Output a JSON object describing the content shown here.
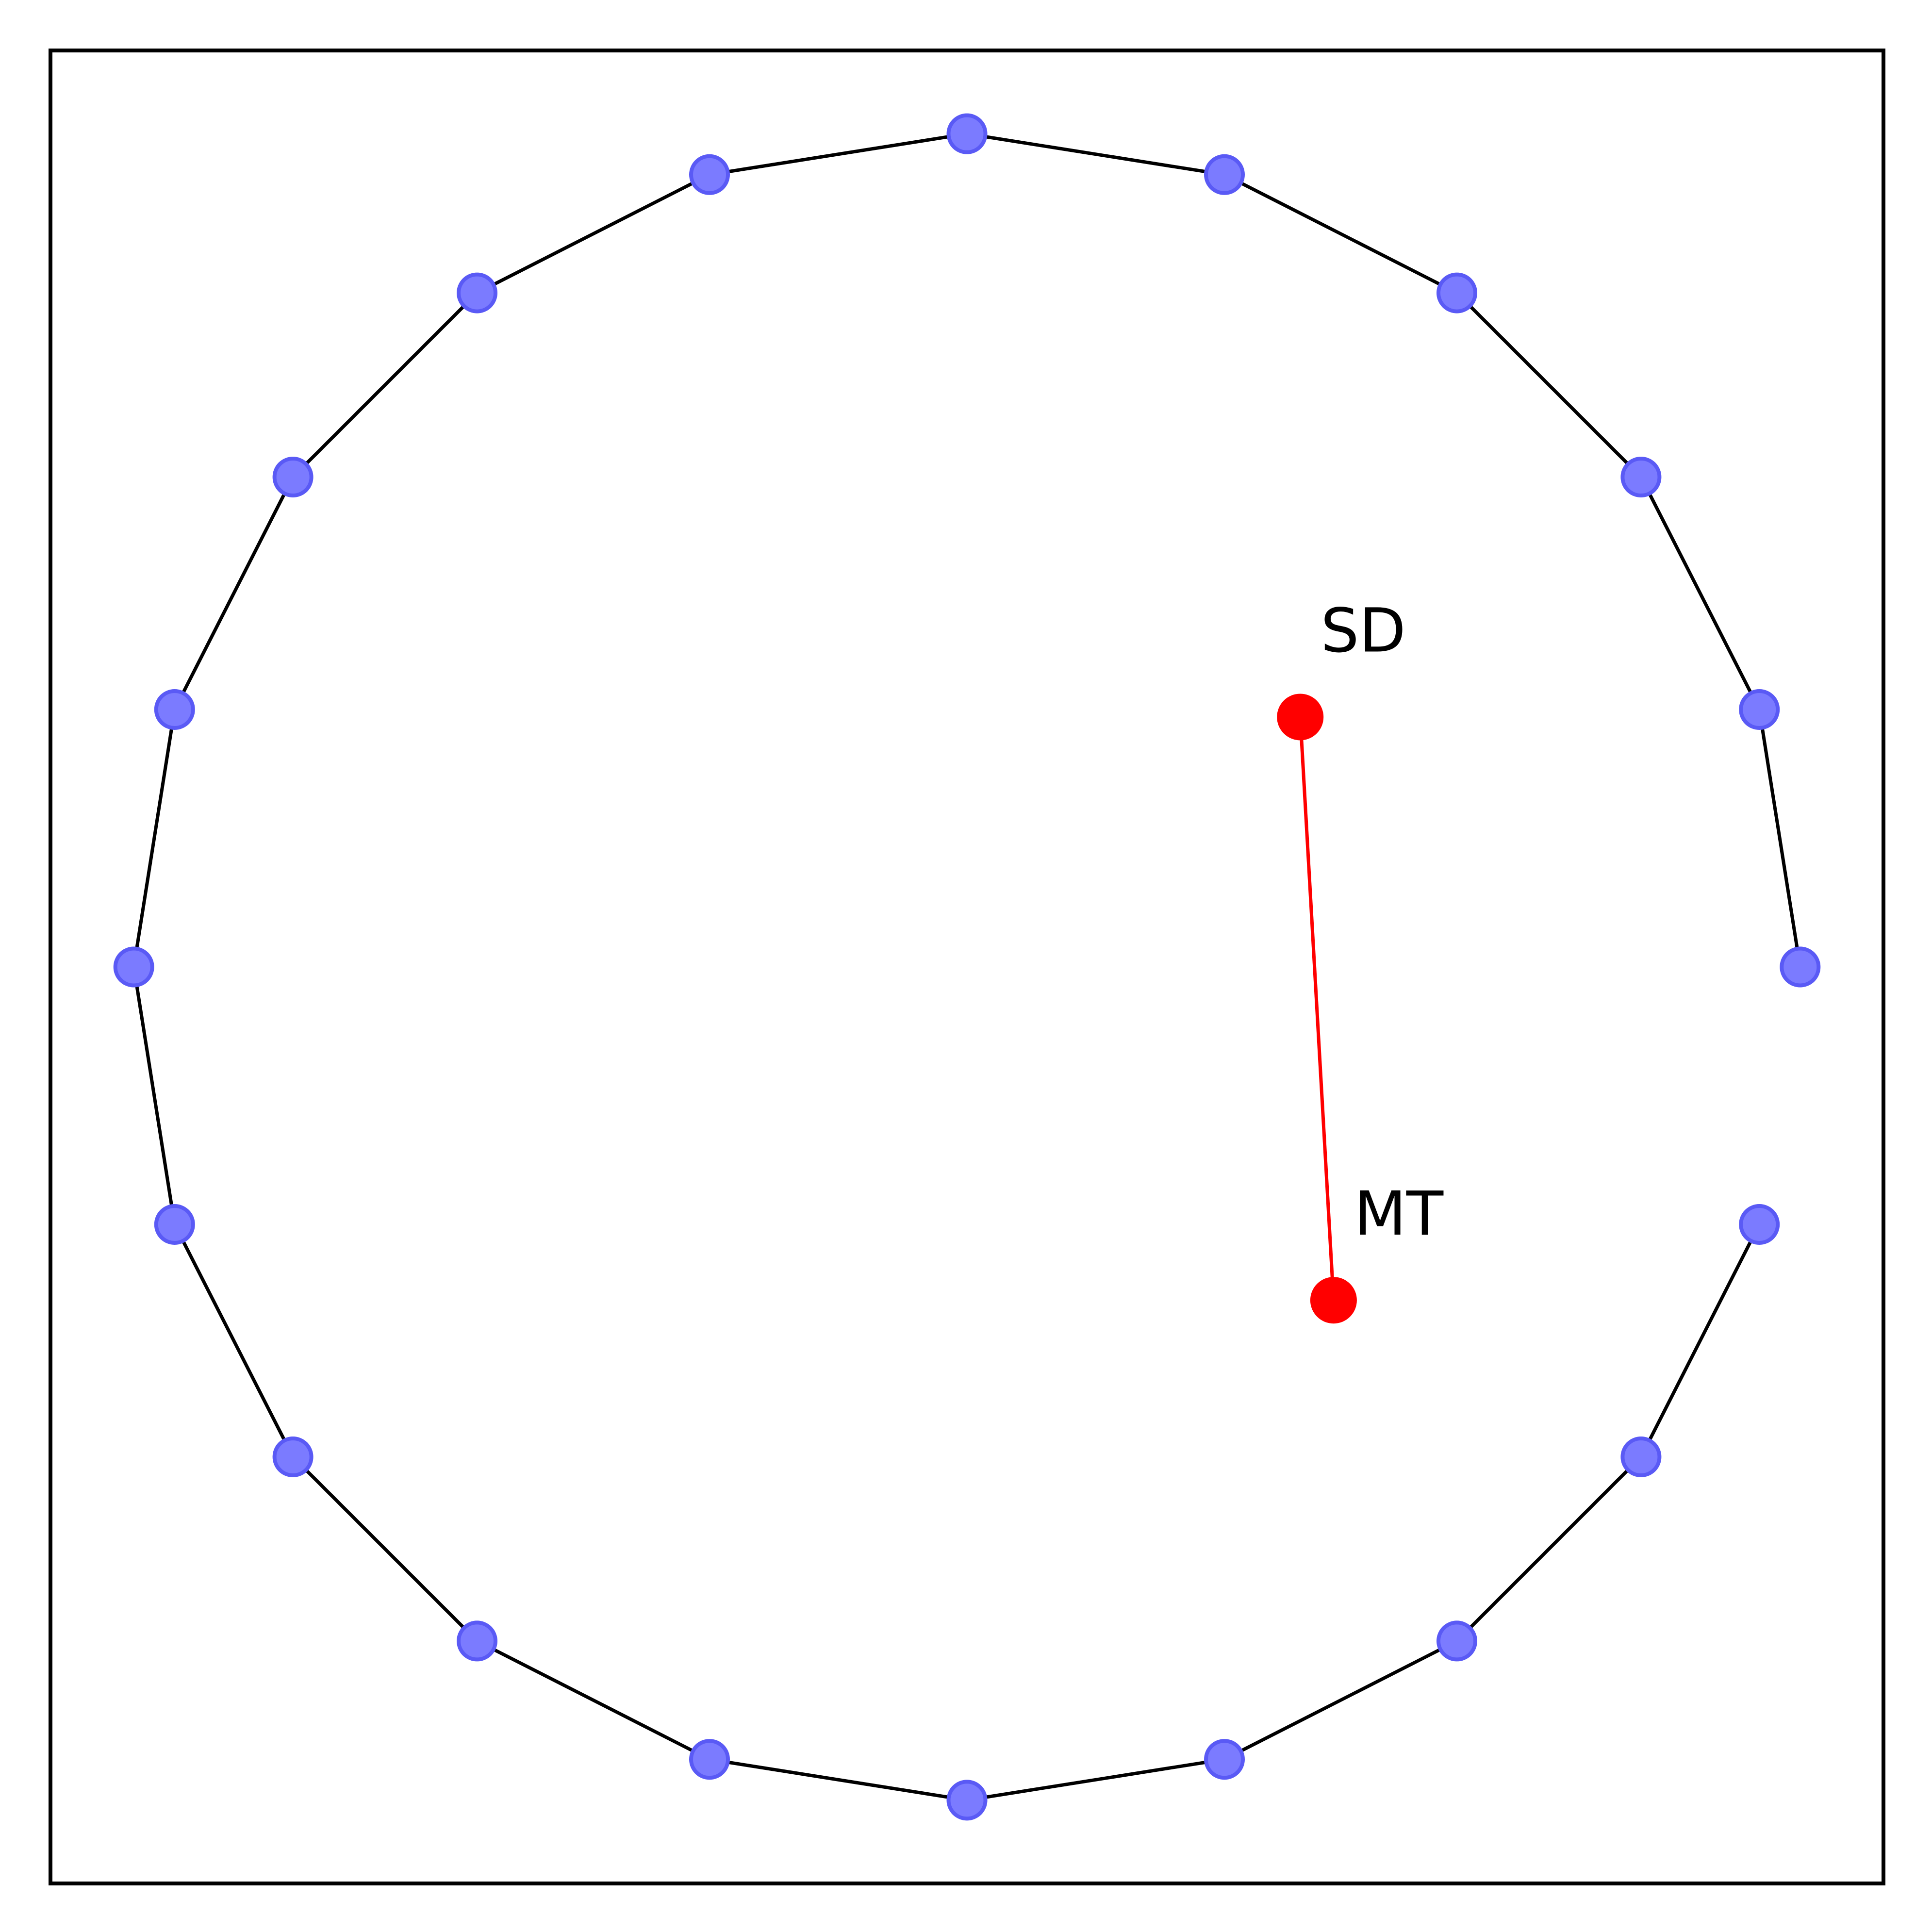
{
  "chart_data": {
    "type": "scatter",
    "title": "",
    "xlabel": "",
    "ylabel": "",
    "xlim": [
      -1.1,
      1.1
    ],
    "ylim": [
      -1.1,
      1.1
    ],
    "grid": false,
    "node_color": "#7b7bff",
    "line_color": "#000000",
    "ring": {
      "name": "",
      "x": [
        1.0,
        0.951,
        0.809,
        0.588,
        0.309,
        0.0,
        -0.309,
        -0.588,
        -0.809,
        -0.951,
        -1.0,
        -0.951,
        -0.809,
        -0.588,
        -0.309,
        0.0,
        0.309,
        0.588,
        0.809,
        0.951
      ],
      "y": [
        0.0,
        0.309,
        0.588,
        0.809,
        0.951,
        1.0,
        0.951,
        0.809,
        0.588,
        0.309,
        0.0,
        -0.309,
        -0.588,
        -0.809,
        -0.951,
        -1.0,
        -0.951,
        -0.809,
        -0.588,
        -0.309
      ],
      "open_segment": [
        19,
        0
      ]
    },
    "highlight": {
      "color": "#ff0000",
      "points": [
        {
          "label": "SD",
          "x": 0.4,
          "y": 0.3
        },
        {
          "label": "MT",
          "x": 0.44,
          "y": -0.4
        }
      ]
    }
  }
}
